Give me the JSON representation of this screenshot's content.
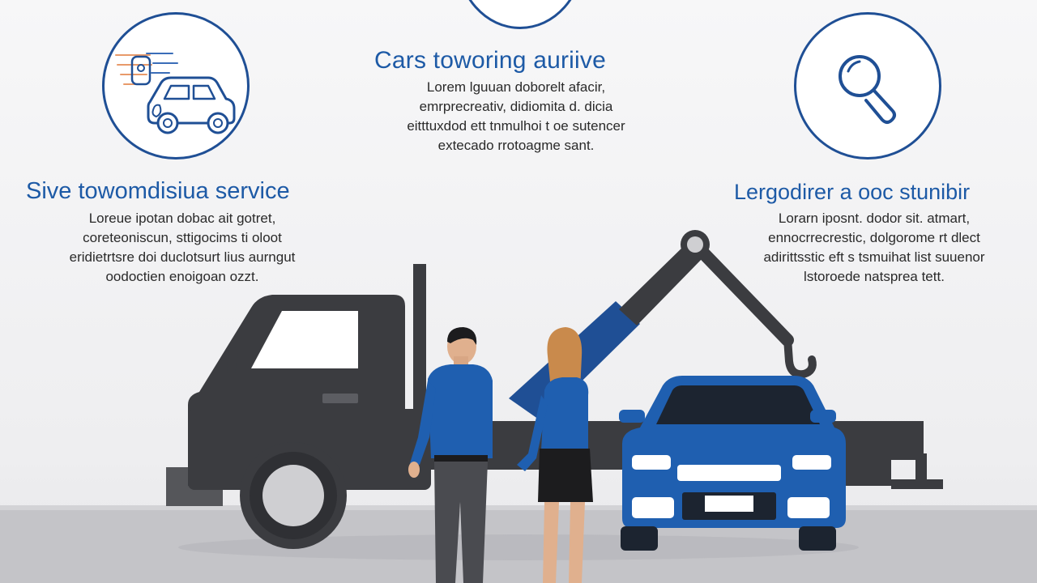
{
  "colors": {
    "accent_blue": "#1d5aa6",
    "circle_stroke": "#1f4f95",
    "truck_body": "#3b3c40",
    "car_blue": "#1f5fb0",
    "road": "#c4c4c8"
  },
  "icons": {
    "left": "tow-truck-car-icon",
    "right": "magnifying-glass-icon",
    "top": "circle-icon"
  },
  "panels": {
    "center": {
      "title": "Cars toworing auriive",
      "lines": [
        "Lorem lguuan doborelt afacir,",
        "emrprecreativ, didiomita d. dicia",
        "eitttuxdod ett tnmulhoi t oe sutencer",
        "extecado rrotoagme sant."
      ]
    },
    "left": {
      "title": "Sive towomdisiua service",
      "lines": [
        "Loreue ipotan dobac ait gotret,",
        "coreteoniscun, sttigocims ti oloot",
        "eridietrtsre doi duclotsurt lius aurngut",
        "oodoctien enoigoan ozzt."
      ]
    },
    "right": {
      "title": "Lergodirer a ooc stunibir",
      "lines": [
        "Lorarn iposnt. dodor sit. atmart,",
        "ennocrrecrestic, dolgorome rt dlect",
        "adirittsstic eft s tsmuihat list suuenor",
        "lstoroede natsprea tett."
      ]
    }
  }
}
